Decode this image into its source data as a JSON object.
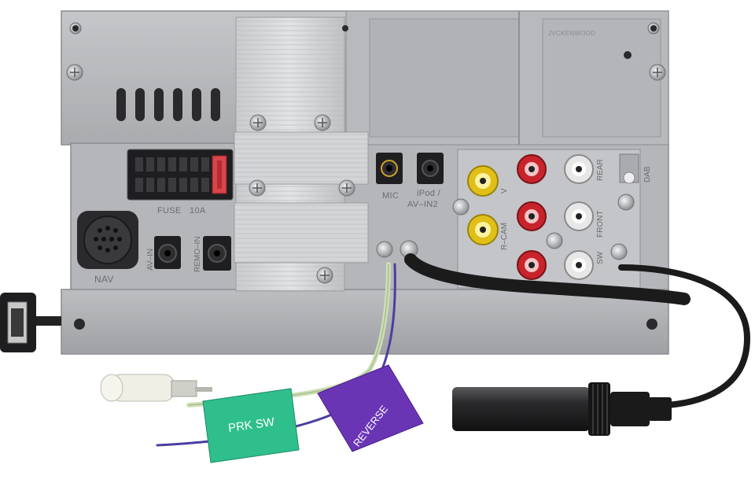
{
  "labels": {
    "fuse": "FUSE",
    "fuse_rating": "10A",
    "nav": "NAV",
    "av_in": "AV–IN",
    "remote_in": "REMO–IN",
    "mic": "MIC",
    "ipod_line1": "iPod /",
    "ipod_line2": "AV–IN2",
    "v": "V",
    "v_out": "V",
    "r_cam": "R–CAM",
    "rear": "REAR",
    "front": "FRONT",
    "sw": "SW",
    "dab": "DAB",
    "brand": "JVCKENWOOD"
  },
  "tags": {
    "prk_sw": "PRK SW",
    "reverse": "REVERSE"
  },
  "colors": {
    "chassis": "#b9bbbe",
    "chassis_dark": "#8e9094",
    "heatsink": "#cfd1d3",
    "prk_tag": "#2fbf8c",
    "reverse_tag": "#6a35b5",
    "rca_red": "#c8242c",
    "rca_yellow": "#f2d21b",
    "rca_white": "#e8e8e8"
  }
}
